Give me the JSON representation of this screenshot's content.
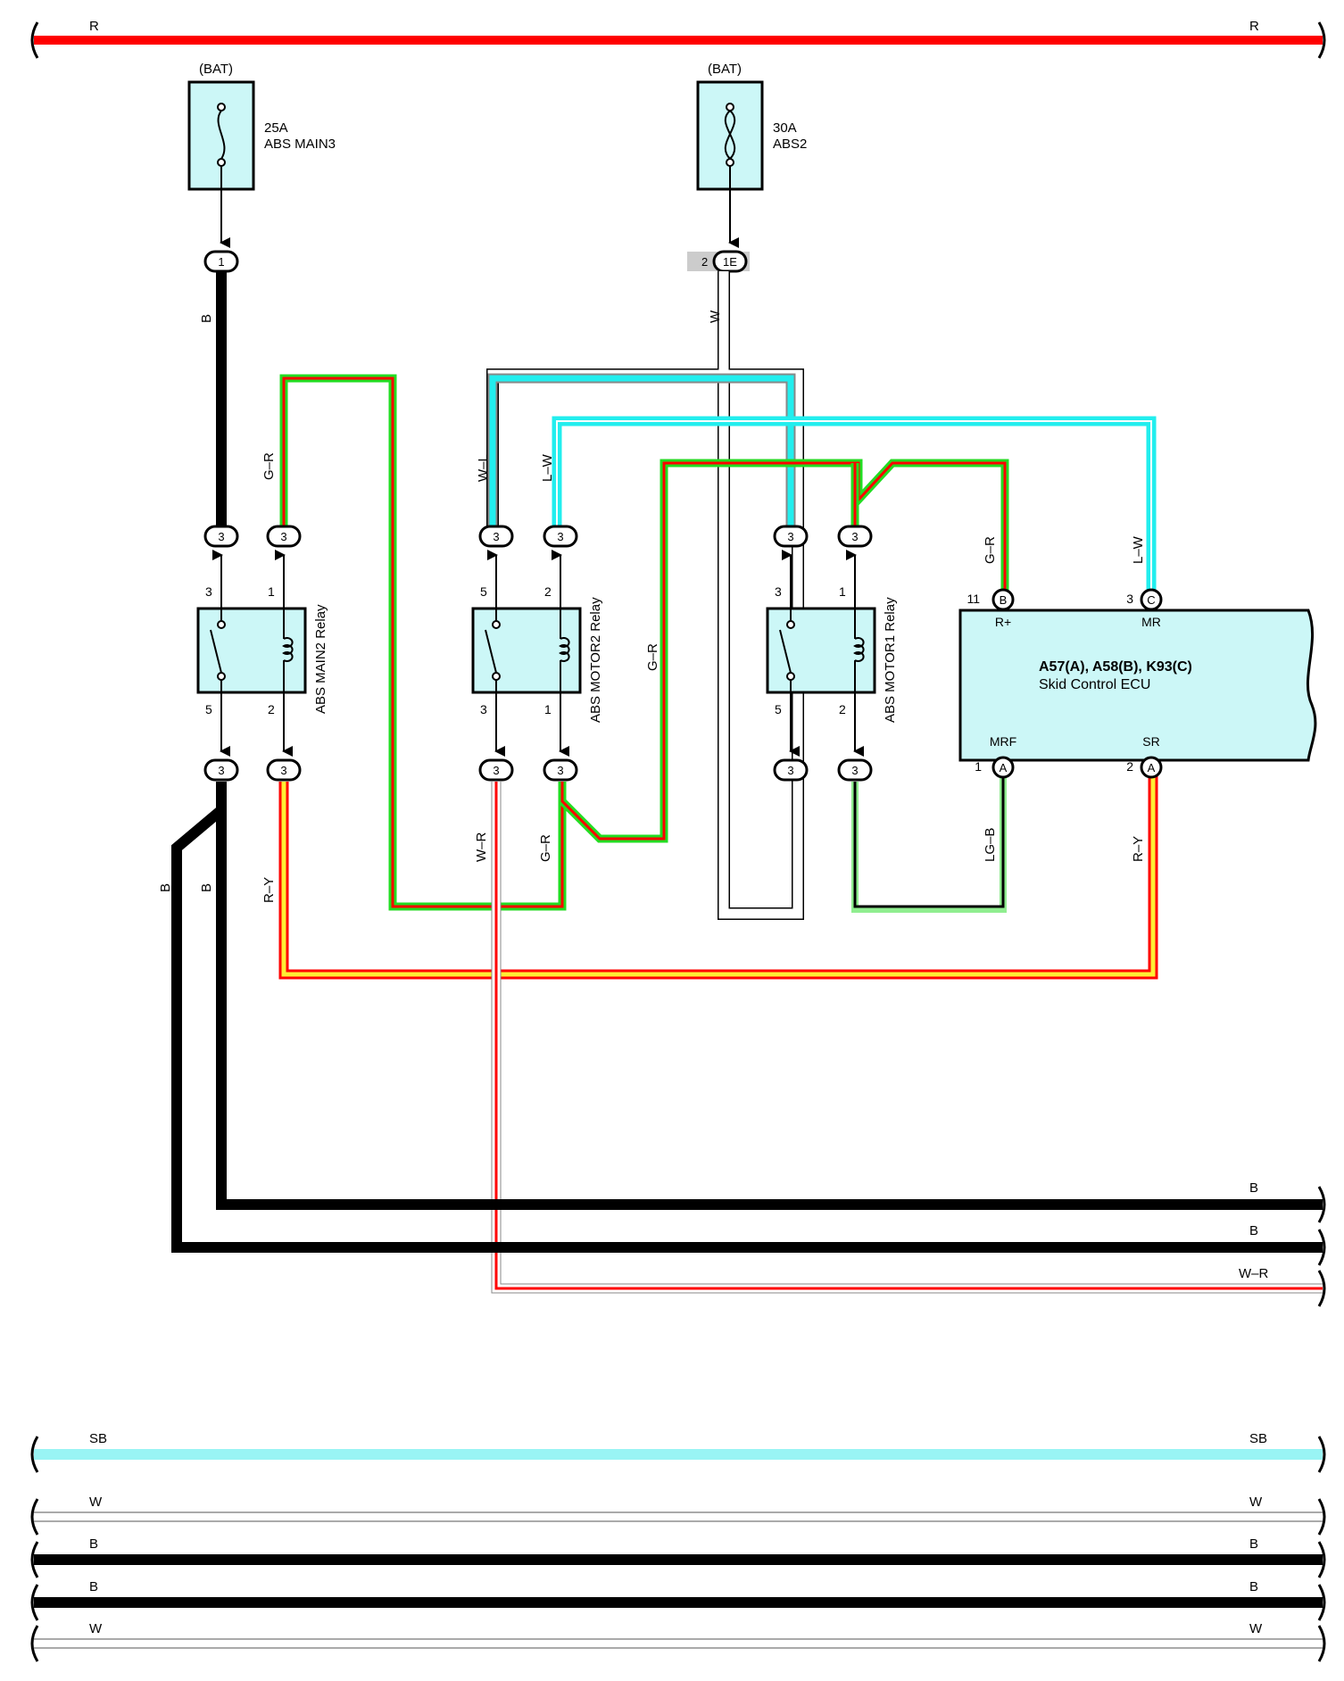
{
  "top_bus": {
    "left": "R",
    "right": "R",
    "color": "#ff0000"
  },
  "fuses": [
    {
      "source": "(BAT)",
      "rating": "25A",
      "name": "ABS MAIN3",
      "conn": "1",
      "conn_prefix": "",
      "wire": "B"
    },
    {
      "source": "(BAT)",
      "rating": "30A",
      "name": "ABS2",
      "conn": "1E",
      "conn_prefix": "2",
      "wire": "W"
    }
  ],
  "relays": [
    {
      "name": "ABS MAIN2 Relay",
      "pins": {
        "tl": "3",
        "tr": "1",
        "bl": "5",
        "br": "2"
      },
      "conn": "3"
    },
    {
      "name": "ABS MOTOR2 Relay",
      "pins": {
        "tl": "5",
        "tr": "2",
        "bl": "3",
        "br": "1"
      },
      "conn": "3"
    },
    {
      "name": "ABS MOTOR1 Relay",
      "pins": {
        "tl": "3",
        "tr": "1",
        "bl": "5",
        "br": "2"
      },
      "conn": "3"
    }
  ],
  "ecu": {
    "title": "A57(A), A58(B), K93(C)",
    "subtitle": "Skid Control ECU",
    "pins": [
      {
        "num": "11",
        "conn": "B",
        "label": "R+",
        "wire": "G–R"
      },
      {
        "num": "3",
        "conn": "C",
        "label": "MR",
        "wire": "L–W"
      },
      {
        "num": "1",
        "conn": "A",
        "label": "MRF",
        "wire": "LG–B"
      },
      {
        "num": "2",
        "conn": "A",
        "label": "SR",
        "wire": "R–Y"
      }
    ]
  },
  "wire_labels": {
    "main2_coil": "G–R",
    "motor2_switch": "W–L",
    "motor2_coil": "L–W",
    "motor2_mid": "G–R",
    "ground_a": "B",
    "ground_b": "B",
    "main2_out": "R–Y",
    "motor2_out_switch": "W–R",
    "motor2_out_coil": "G–R"
  },
  "right_buses": [
    {
      "label": "B",
      "color": "#000000"
    },
    {
      "label": "B",
      "color": "#000000"
    },
    {
      "label": "W–R",
      "color": "#ff0000"
    }
  ],
  "bottom_buses": [
    {
      "left": "SB",
      "right": "SB",
      "color": "#99f4f4"
    },
    {
      "left": "W",
      "right": "W",
      "color": "#ffffff"
    },
    {
      "left": "B",
      "right": "B",
      "color": "#000000"
    },
    {
      "left": "B",
      "right": "B",
      "color": "#000000"
    },
    {
      "left": "W",
      "right": "W",
      "color": "#ffffff"
    }
  ],
  "colors": {
    "red": "#ff0000",
    "black": "#000000",
    "green": "#22dd22",
    "cyan": "#22eeee",
    "yellow": "#ffee33",
    "light_green": "#90ee90",
    "component_fill": "#ccf7f7"
  }
}
